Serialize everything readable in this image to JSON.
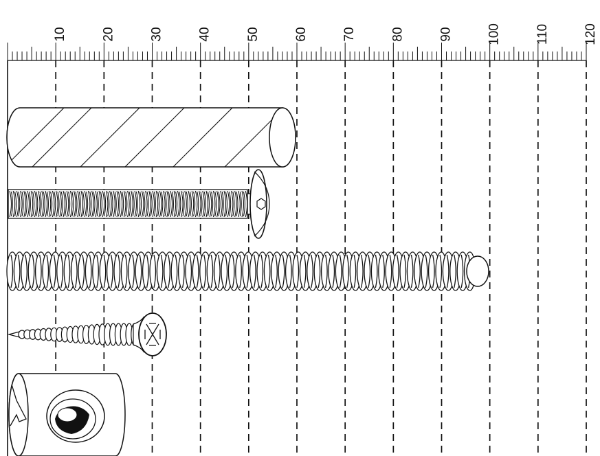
{
  "ruler": {
    "unit_max": 120,
    "labels": [
      "10",
      "20",
      "30",
      "40",
      "50",
      "60",
      "70",
      "80",
      "90",
      "100",
      "110",
      "120"
    ],
    "gridlines_dashed": true
  },
  "parts": [
    {
      "name": "wooden-dowel-icon",
      "length": 60
    },
    {
      "name": "connector-bolt-icon",
      "length": 53
    },
    {
      "name": "threaded-rod-icon",
      "length": 100
    },
    {
      "name": "wood-screw-icon",
      "length": 33
    },
    {
      "name": "barrel-nut-icon",
      "length": 24
    }
  ],
  "colors": {
    "line": "#111111",
    "background": "#ffffff"
  }
}
